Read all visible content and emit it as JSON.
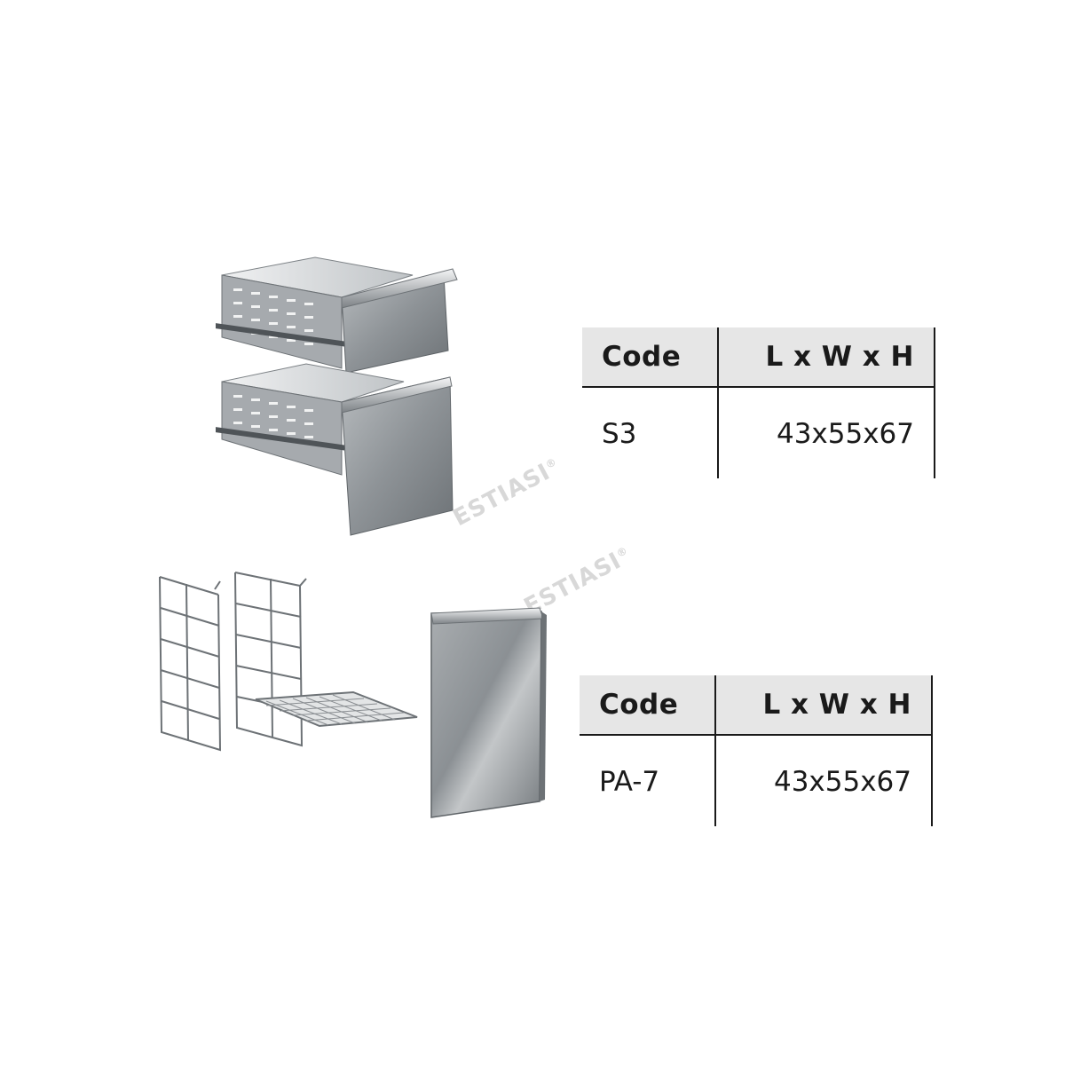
{
  "watermark": "ESTIASI",
  "products": [
    {
      "table": {
        "header_code": "Code",
        "header_dims": "L x W x H",
        "code": "S3",
        "dims": "43x55x67"
      }
    },
    {
      "table": {
        "header_code": "Code",
        "header_dims": "L x W x H",
        "code": "PA-7",
        "dims": "43x55x67"
      }
    }
  ],
  "illustrations": [
    "drawer-unit-illustration",
    "wire-rack-illustration",
    "door-panel-illustration"
  ],
  "colors": {
    "steel_light": "#cfd2d4",
    "steel_mid": "#9a9ea2",
    "steel_dark": "#5e6367",
    "header_bg": "#e6e6e6"
  }
}
